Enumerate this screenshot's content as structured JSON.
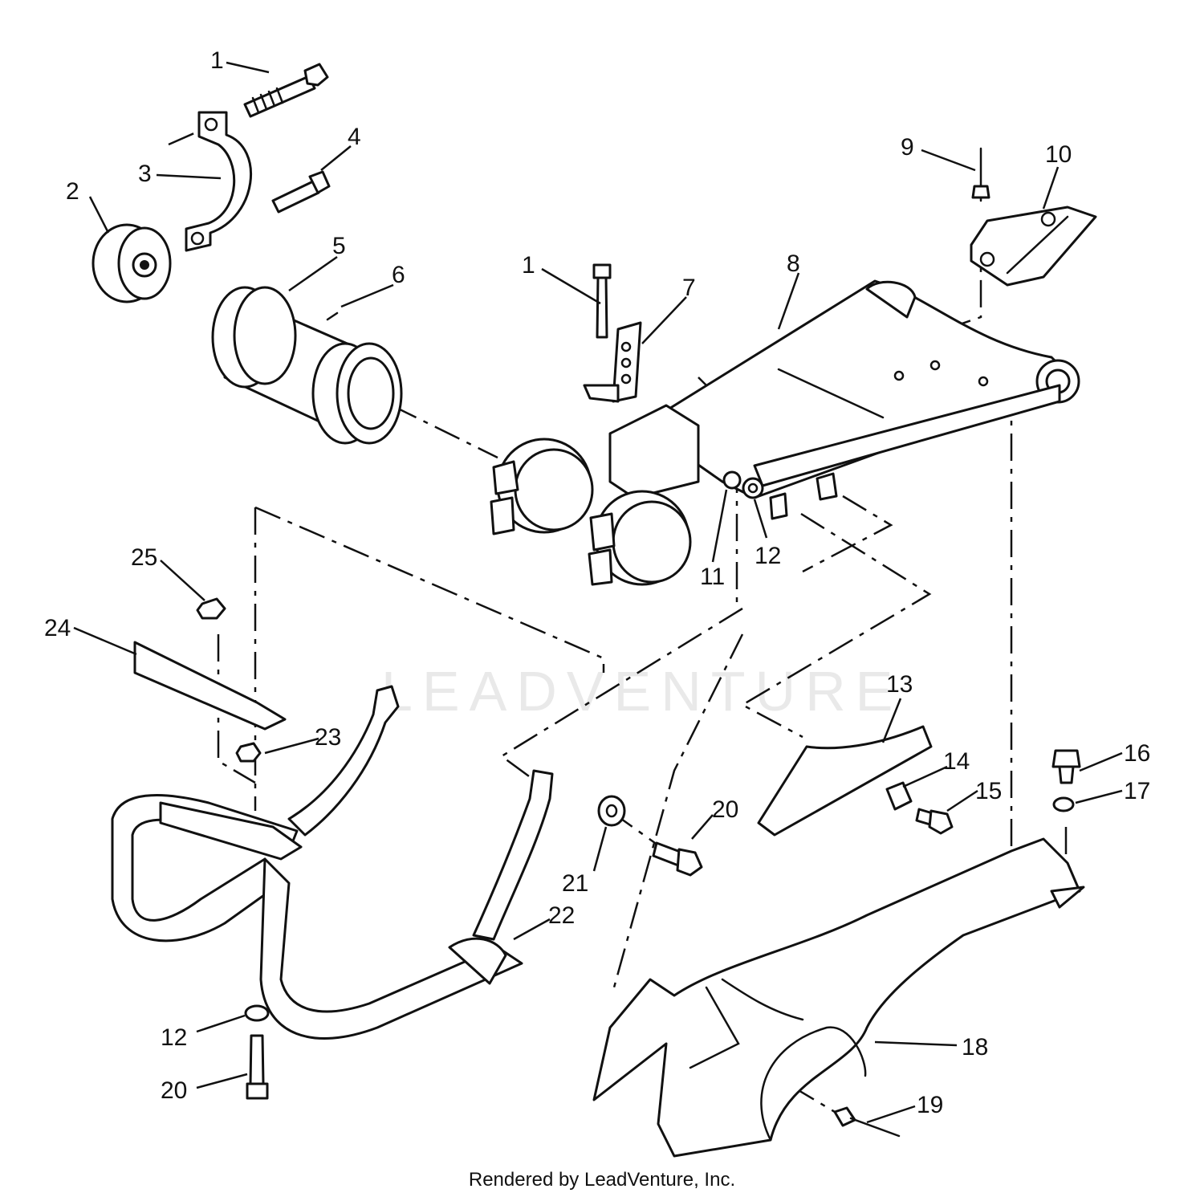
{
  "watermark": "LEADVENTURE",
  "footer": "Rendered by LeadVenture, Inc.",
  "callouts": [
    {
      "id": "c1a",
      "label": "1"
    },
    {
      "id": "c2",
      "label": "2"
    },
    {
      "id": "c3",
      "label": "3"
    },
    {
      "id": "c4",
      "label": "4"
    },
    {
      "id": "c5",
      "label": "5"
    },
    {
      "id": "c6",
      "label": "6"
    },
    {
      "id": "c1b",
      "label": "1"
    },
    {
      "id": "c7",
      "label": "7"
    },
    {
      "id": "c8",
      "label": "8"
    },
    {
      "id": "c9",
      "label": "9"
    },
    {
      "id": "c10",
      "label": "10"
    },
    {
      "id": "c11",
      "label": "11"
    },
    {
      "id": "c12a",
      "label": "12"
    },
    {
      "id": "c13",
      "label": "13"
    },
    {
      "id": "c14",
      "label": "14"
    },
    {
      "id": "c15",
      "label": "15"
    },
    {
      "id": "c16",
      "label": "16"
    },
    {
      "id": "c17",
      "label": "17"
    },
    {
      "id": "c18",
      "label": "18"
    },
    {
      "id": "c19",
      "label": "19"
    },
    {
      "id": "c20a",
      "label": "20"
    },
    {
      "id": "c21",
      "label": "21"
    },
    {
      "id": "c22",
      "label": "22"
    },
    {
      "id": "c23",
      "label": "23"
    },
    {
      "id": "c24",
      "label": "24"
    },
    {
      "id": "c25",
      "label": "25"
    },
    {
      "id": "c12b",
      "label": "12"
    },
    {
      "id": "c20b",
      "label": "20"
    }
  ]
}
